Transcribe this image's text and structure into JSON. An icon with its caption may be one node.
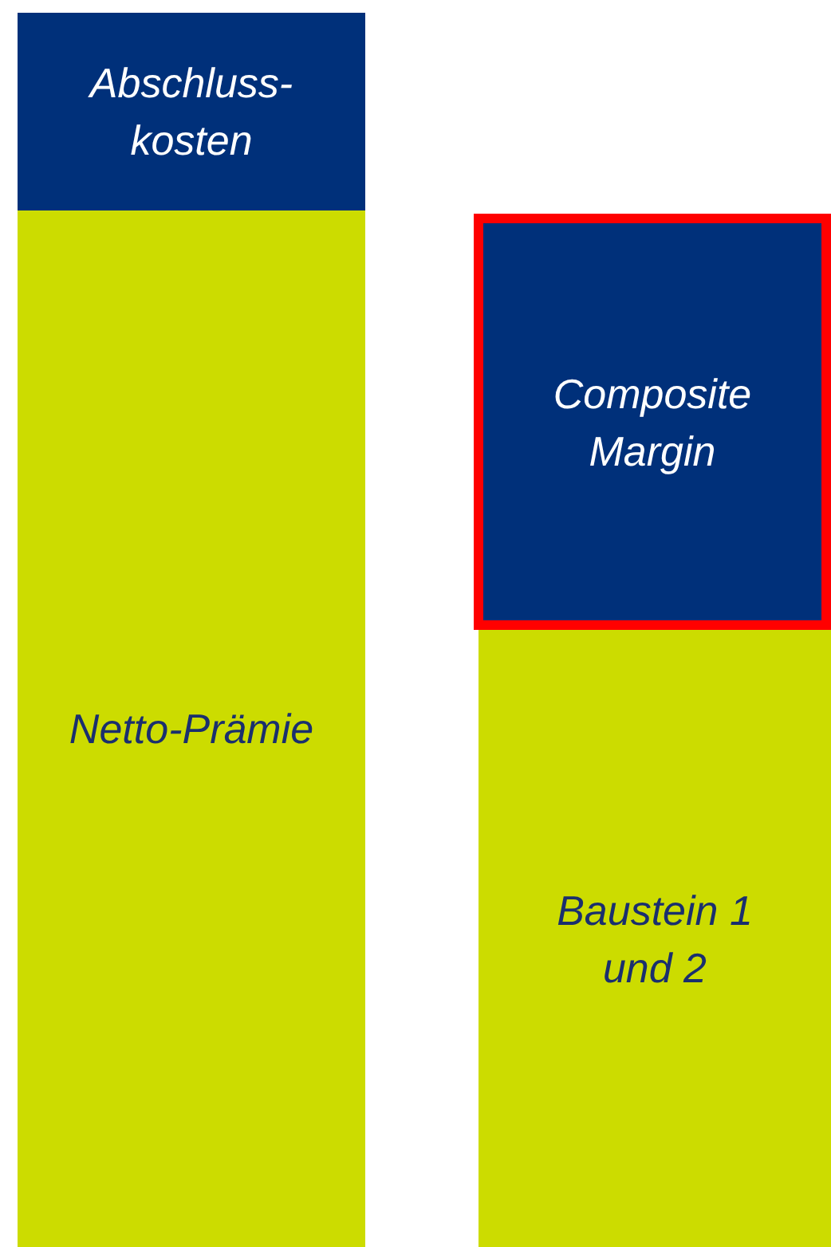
{
  "diagram": {
    "nodes": [
      {
        "text": [
          "Abschluss- kosten"
        ]
      },
      {
        "text": [
          "Netto-Prämie"
        ]
      },
      {
        "text": [
          "Composite Margin"
        ]
      },
      {
        "text": [
          "Baustein 1 und 2"
        ]
      }
    ]
  }
}
